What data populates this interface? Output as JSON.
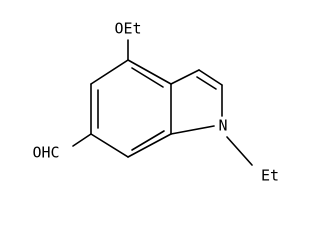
{
  "molecule": {
    "labels": {
      "ethoxy": "OEt",
      "nitrogen": "N",
      "n_ethyl": "Et",
      "aldehyde": "OHC"
    }
  },
  "colors": {
    "bond": "#000000",
    "text": "#000000",
    "background": "#ffffff"
  }
}
